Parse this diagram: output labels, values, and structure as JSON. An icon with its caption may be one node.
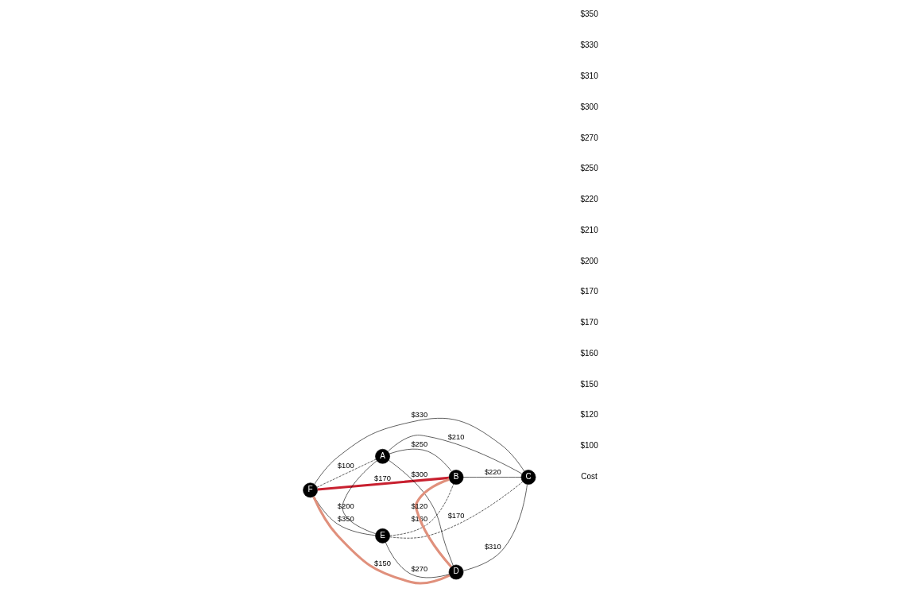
{
  "diagram": {
    "nodes": [
      {
        "text": [
          "A"
        ]
      },
      {
        "text": [
          "B"
        ]
      },
      {
        "text": [
          "C"
        ]
      },
      {
        "text": [
          "D"
        ]
      },
      {
        "text": [
          "E"
        ]
      },
      {
        "text": [
          "F"
        ]
      }
    ],
    "edges": [
      {
        "from": 0,
        "to": 5,
        "arrow": "none",
        "label": "$100",
        "style": "dashed"
      },
      {
        "from": 0,
        "to": 1,
        "arrow": "none",
        "label": "$250"
      },
      {
        "from": 1,
        "to": 2,
        "arrow": "none",
        "label": "$220"
      },
      {
        "from": 2,
        "to": 3,
        "arrow": "none",
        "label": "$310"
      },
      {
        "from": 3,
        "to": 4,
        "arrow": "none",
        "label": "$270"
      },
      {
        "from": 4,
        "to": 5,
        "arrow": "none",
        "label": "$350"
      },
      {
        "from": 0,
        "to": 4,
        "arrow": "none",
        "label": "$200"
      },
      {
        "from": 0,
        "to": 3,
        "arrow": "none",
        "label": "$300"
      },
      {
        "from": 0,
        "to": 2,
        "arrow": "none",
        "label": "$210"
      },
      {
        "from": 5,
        "to": 1,
        "arrow": "none",
        "label": "$170",
        "style": "thick",
        "color": "#c8202f"
      },
      {
        "from": 5,
        "to": 2,
        "arrow": "none",
        "label": "$330"
      },
      {
        "from": 5,
        "to": 3,
        "arrow": "none",
        "label": "$150",
        "style": "thick",
        "color": "#e0907c"
      },
      {
        "from": 1,
        "to": 4,
        "arrow": "none",
        "label": "$160",
        "style": "dashed"
      },
      {
        "from": 1,
        "to": 3,
        "arrow": "none",
        "label": "$120",
        "style": "thick",
        "color": "#e0907c"
      },
      {
        "from": 4,
        "to": 2,
        "arrow": "none",
        "label": "$170",
        "style": "dashed"
      }
    ],
    "labels": [
      "Cost",
      "$100",
      "$120",
      "$150",
      "$160",
      "$170",
      "$170",
      "$200",
      "$210",
      "$220",
      "$250",
      "$270",
      "$300",
      "$310",
      "$330",
      "$350"
    ]
  }
}
